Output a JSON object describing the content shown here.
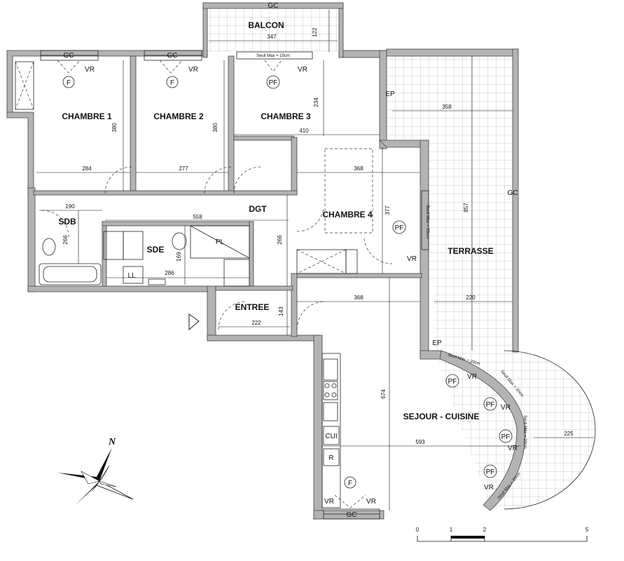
{
  "rooms": {
    "balcon": "BALCON",
    "chambre1": "CHAMBRE 1",
    "chambre2": "CHAMBRE 2",
    "chambre3": "CHAMBRE 3",
    "chambre4": "CHAMBRE 4",
    "dgt": "DGT",
    "sdb": "SDB",
    "sde": "SDE",
    "entree": "ENTREE",
    "terrasse": "TERRASSE",
    "sejour": "SEJOUR - CUISINE"
  },
  "dimensions": {
    "balcon_width": "347",
    "balcon_depth": "122",
    "ch1_width": "284",
    "ch1_depth": "380",
    "ch2_width": "277",
    "ch2_depth": "380",
    "ch3_width": "410",
    "ch3_depth": "234",
    "ch4_width": "368",
    "ch4_depth": "377",
    "dgt_length": "558",
    "dgt_height": "266",
    "sdb_width": "190",
    "sdb_depth": "266",
    "sde_width": "286",
    "sde_depth": "169",
    "entree_width": "222",
    "entree_depth": "143",
    "terrasse_top": "358",
    "terrasse_height": "857",
    "terrasse_bottom": "220",
    "sejour_top": "368",
    "sejour_height": "674",
    "sejour_width": "593",
    "round_terrace": "225"
  },
  "symbols": {
    "gc": "GC",
    "vr": "VR",
    "f": "F",
    "pf": "PF",
    "ep": "EP",
    "pl": "PL",
    "ll": "LL",
    "cui": "CUI",
    "r": "R",
    "north": "N"
  },
  "notes": {
    "seuil_balcon": "Seuil Max = 15cm",
    "seuil_terrasse": "Seuil Max = 20cm"
  },
  "scale": {
    "ticks": [
      "0",
      "1",
      "2",
      "5"
    ]
  }
}
